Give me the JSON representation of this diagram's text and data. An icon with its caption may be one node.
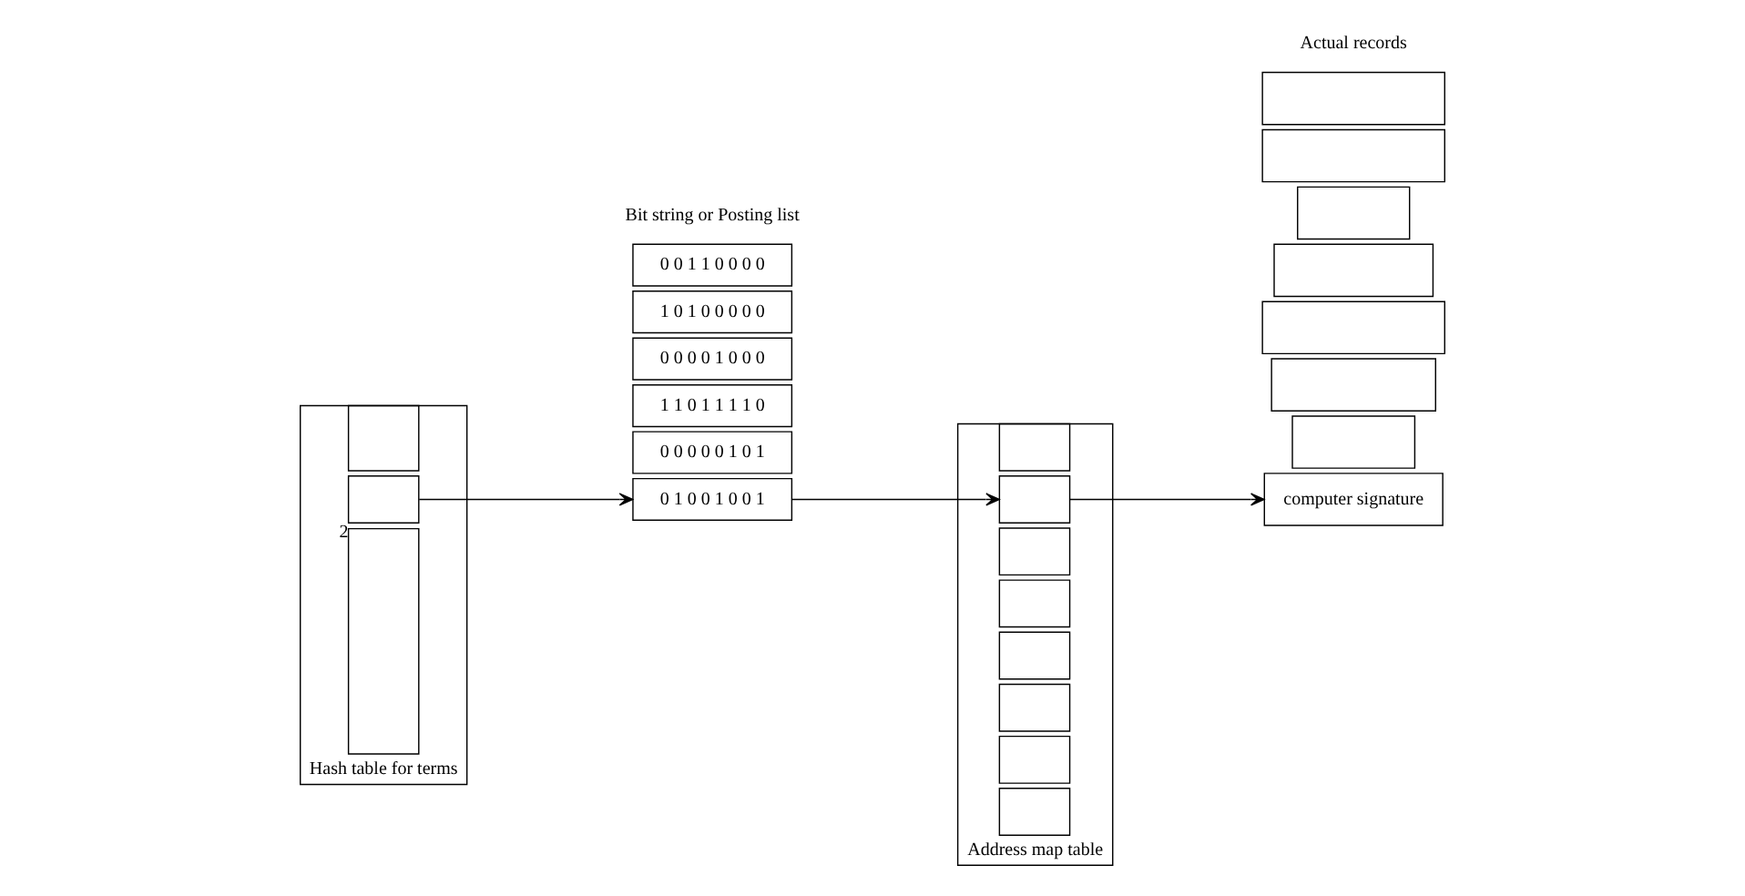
{
  "diagram": {
    "nodes": [
      {
        "text": [],
        "shape": "box",
        "beside": [
          "Hash table for terms"
        ]
      },
      {
        "text": [],
        "shape": "box",
        "in": 0
      },
      {
        "text": [],
        "shape": "box",
        "in": 0,
        "beside": [
          "2"
        ]
      },
      {
        "text": [],
        "shape": "box",
        "in": 0
      },
      {
        "text": [
          "0 0 0 0 0 1 0 1"
        ]
      },
      {
        "text": [
          "1 1 0 1 1 1 1 0"
        ]
      },
      {
        "text": [
          "0 0 0 0 1 0 0 0"
        ]
      },
      {
        "text": [
          "1 0 1 0 0 0 0 0"
        ]
      },
      {
        "text": [
          "0 0 1 1 0 0 0 0"
        ]
      },
      {
        "text": [
          "0 1 0 0 1 0 0 1"
        ]
      },
      {
        "text": [],
        "shape": "box",
        "beside": [
          "Address map table"
        ]
      },
      {
        "text": [],
        "shape": "box",
        "in": 10
      },
      {
        "text": [],
        "shape": "box",
        "in": 10
      },
      {
        "text": [],
        "shape": "box",
        "in": 10
      },
      {
        "text": [],
        "shape": "box",
        "in": 10
      },
      {
        "text": [],
        "shape": "box",
        "in": 10
      },
      {
        "text": [],
        "shape": "box",
        "in": 10
      },
      {
        "text": [],
        "shape": "box",
        "in": 10
      },
      {
        "text": [],
        "shape": "box",
        "in": 10
      },
      {
        "text": [],
        "shape": "box"
      },
      {
        "text": [
          "computer signature"
        ]
      },
      {
        "text": [],
        "shape": "box"
      },
      {
        "text": [],
        "shape": "box"
      },
      {
        "text": [],
        "shape": "box"
      },
      {
        "text": [],
        "shape": "box"
      },
      {
        "text": [],
        "shape": "box"
      },
      {
        "text": [],
        "shape": "box"
      }
    ],
    "edges": [
      {
        "from": 2,
        "to": 9,
        "arrow": "to"
      },
      {
        "from": 9,
        "to": 12,
        "arrow": "to"
      },
      {
        "from": 12,
        "to": 20,
        "arrow": "to"
      }
    ],
    "labels": [
      "Bit string or Posting list",
      "Actual records"
    ]
  }
}
